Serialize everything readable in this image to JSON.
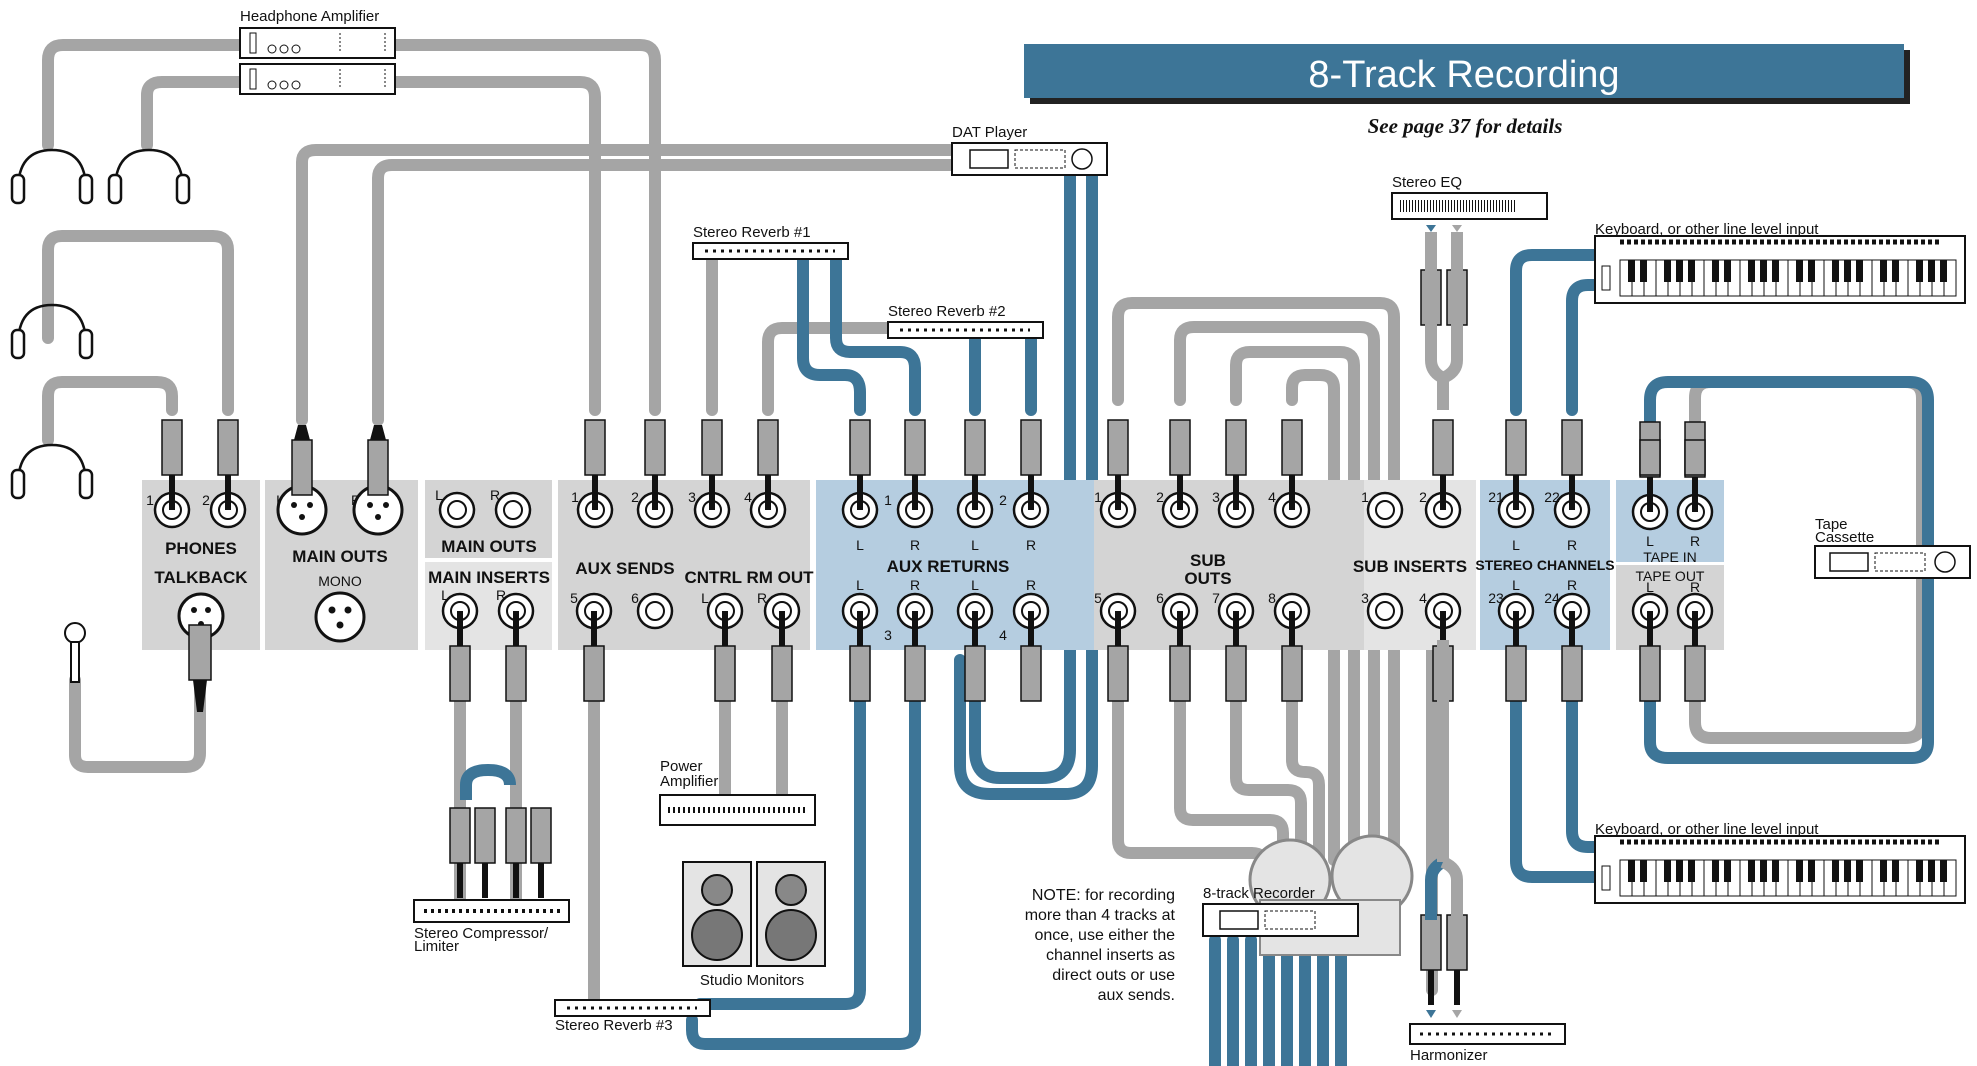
{
  "title": "8-Track Recording",
  "subtitle": "See page 37 for details",
  "colors": {
    "accent": "#3d7597",
    "cable_gray": "#a5a5a5",
    "panel_gray": "#d4d4d4",
    "panel_blue": "#b5cde0",
    "panel_light": "#e4e4e4"
  },
  "devices": {
    "headphone_amp": "Headphone Amplifier",
    "dat_player": "DAT Player",
    "stereo_reverb_1": "Stereo Reverb #1",
    "stereo_reverb_2": "Stereo Reverb #2",
    "stereo_reverb_3": "Stereo Reverb #3",
    "stereo_eq": "Stereo EQ",
    "keyboard_top": "Keyboard, or other line level input",
    "keyboard_bottom": "Keyboard, or other line level input",
    "tape_cassette_1": "Tape",
    "tape_cassette_2": "Cassette",
    "power_amp_1": "Power",
    "power_amp_2": "Amplifier",
    "studio_monitors": "Studio Monitors",
    "compressor_1": "Stereo Compressor/",
    "compressor_2": "Limiter",
    "recorder": "8-track Recorder",
    "harmonizer": "Harmonizer"
  },
  "sections": {
    "phones": "PHONES",
    "talkback": "TALKBACK",
    "main_outs_xlr": "MAIN OUTS",
    "mono": "MONO",
    "main_outs": "MAIN OUTS",
    "main_inserts": "MAIN INSERTS",
    "aux_sends": "AUX SENDS",
    "cntrl_rm_out": "CNTRL RM OUT",
    "aux_returns": "AUX RETURNS",
    "sub_outs_1": "SUB",
    "sub_outs_2": "OUTS",
    "sub_inserts": "SUB INSERTS",
    "stereo_channels": "STEREO CHANNELS",
    "tape_in": "TAPE IN",
    "tape_out": "TAPE OUT"
  },
  "note": [
    "NOTE: for recording",
    "more than 4 tracks at",
    "once, use either the",
    "channel inserts as",
    "direct outs or use",
    "aux sends."
  ],
  "jack_labels": {
    "phones": [
      "1",
      "2"
    ],
    "main_outs_xlr": [
      "L",
      "R"
    ],
    "main_outs": [
      "L",
      "R"
    ],
    "main_inserts": [
      "L",
      "R"
    ],
    "aux_sends_top": [
      "1",
      "2",
      "3",
      "4"
    ],
    "aux_sends_bottom": [
      "5",
      "6"
    ],
    "cntrl_rm": [
      "L",
      "R"
    ],
    "aux_returns_top_nums": [
      "1",
      "2"
    ],
    "aux_returns_bottom_nums": [
      "3",
      "4"
    ],
    "lr": [
      "L",
      "R",
      "L",
      "R"
    ],
    "sub_outs_top": [
      "1",
      "2",
      "3",
      "4"
    ],
    "sub_outs_bottom": [
      "5",
      "6",
      "7",
      "8"
    ],
    "sub_inserts_top": [
      "1",
      "2"
    ],
    "sub_inserts_bottom": [
      "3",
      "4"
    ],
    "stereo_channels_top": [
      "21",
      "22"
    ],
    "stereo_channels_bottom": [
      "23",
      "24"
    ],
    "tape": [
      "L",
      "R"
    ]
  }
}
